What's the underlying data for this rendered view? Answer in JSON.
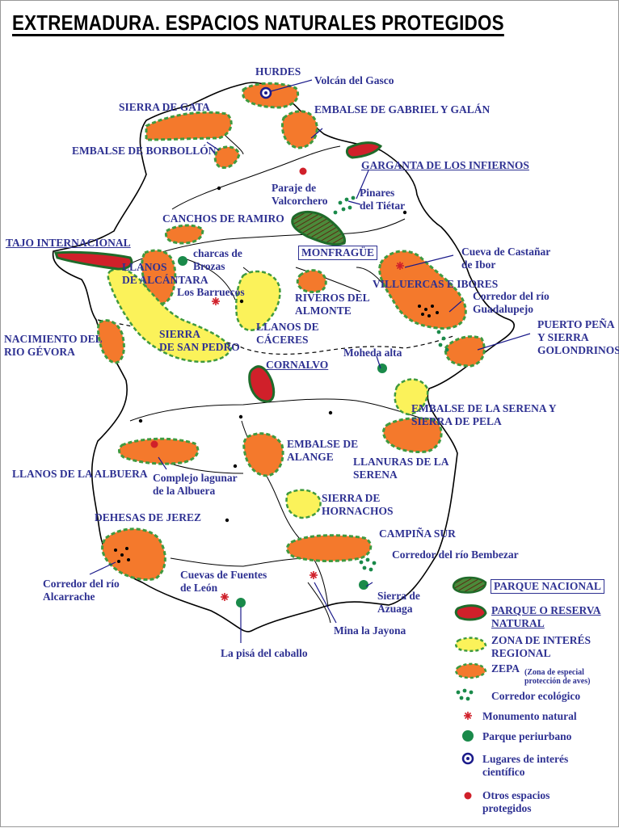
{
  "title": "EXTREMADURA. ESPACIOS NATURALES PROTEGIDOS",
  "labels": {
    "hurdes": "HURDES",
    "volcan_gasco": "Volcán del Gasco",
    "sierra_gata": "SIERRA DE GATA",
    "embalse_gabriel": "EMBALSE DE GABRIEL Y GALÁN",
    "embalse_borbollon": "EMBALSE DE BORBOLLÓN",
    "garganta_infiernos": "GARGANTA DE LOS INFIERNOS",
    "paraje_valcorchero": "Paraje de\nValcorchero",
    "pinares_tietar": "Pinares\ndel Tiétar",
    "canchos_ramiro": "CANCHOS DE RAMIRO",
    "tajo_internacional": "TAJO INTERNACIONAL",
    "monfrague": "MONFRAGÜE",
    "cueva_castanar": "Cueva de Castañar\nde Ibor",
    "charcas_brozas": "charcas de\nBrozas",
    "llanos_alcantara": "LLANOS\nDE ALCÁNTARA",
    "los_barruecos": "Los Barruecos",
    "villuercas_ibores": "VILLUERCAS E IBORES",
    "corredor_guadalupejo": "Corredor del río\nGuadalupejo",
    "riveros_almonte": "RIVEROS DEL\nALMONTE",
    "llanos_caceres": "LLANOS DE\nCÁCERES",
    "puerto_pena": "PUERTO PEÑA\nY SIERRA\nGOLONDRINOS",
    "nacimiento_gevora": "NACIMIENTO DEL\nRIO GÉVORA",
    "sierra_san_pedro": "SIERRA\nDE SAN PEDRO",
    "cornalvo": "CORNALVO",
    "moheda_alta": "Moheda alta",
    "embalse_serena": "EMBALSE DE LA SERENA Y\nSIERRA DE PELA",
    "embalse_alange": "EMBALSE DE\nALANGE",
    "llanos_albuera": "LLANOS DE LA ALBUERA",
    "complejo_albuera": "Complejo lagunar\nde la Albuera",
    "llanuras_serena": "LLANURAS DE LA\nSERENA",
    "sierra_hornachos": "SIERRA DE\nHORNACHOS",
    "dehesas_jerez": "DEHESAS DE JEREZ",
    "campina_sur": "CAMPIÑA SUR",
    "corredor_bembezar": "Corredor del río Bembezar",
    "corredor_alcarrache": "Corredor del río\nAlcarrache",
    "cuevas_fuentes": "Cuevas de Fuentes\nde León",
    "sierra_azuaga": "Sierra de\nAzuaga",
    "mina_jayona": "Mina la Jayona",
    "pisa_caballo": "La pisá del caballo"
  },
  "legend": {
    "parque_nacional": "PARQUE NACIONAL",
    "parque_reserva": "PARQUE O RESERVA\nNATURAL",
    "zona_interes": "ZONA DE INTERÉS\nREGIONAL",
    "zepa": "ZEPA",
    "zepa_note": "(Zona de especial\nprotección de aves)",
    "corredor": "Corredor ecológico",
    "monumento": "Monumento natural",
    "periurbano": "Parque periurbano",
    "cientifico": "Lugares de interés\ncientífico",
    "otros": "Otros espacios\nprotegidos"
  },
  "colors": {
    "orange": "#f4792c",
    "green_border": "#3f9a3f",
    "dark_green": "#1f6b2a",
    "red": "#d0202a",
    "yellow": "#fbf25a",
    "label_blue": "#2e3192",
    "dot_green": "#1a8a4a",
    "navy": "#1a1a8a"
  }
}
